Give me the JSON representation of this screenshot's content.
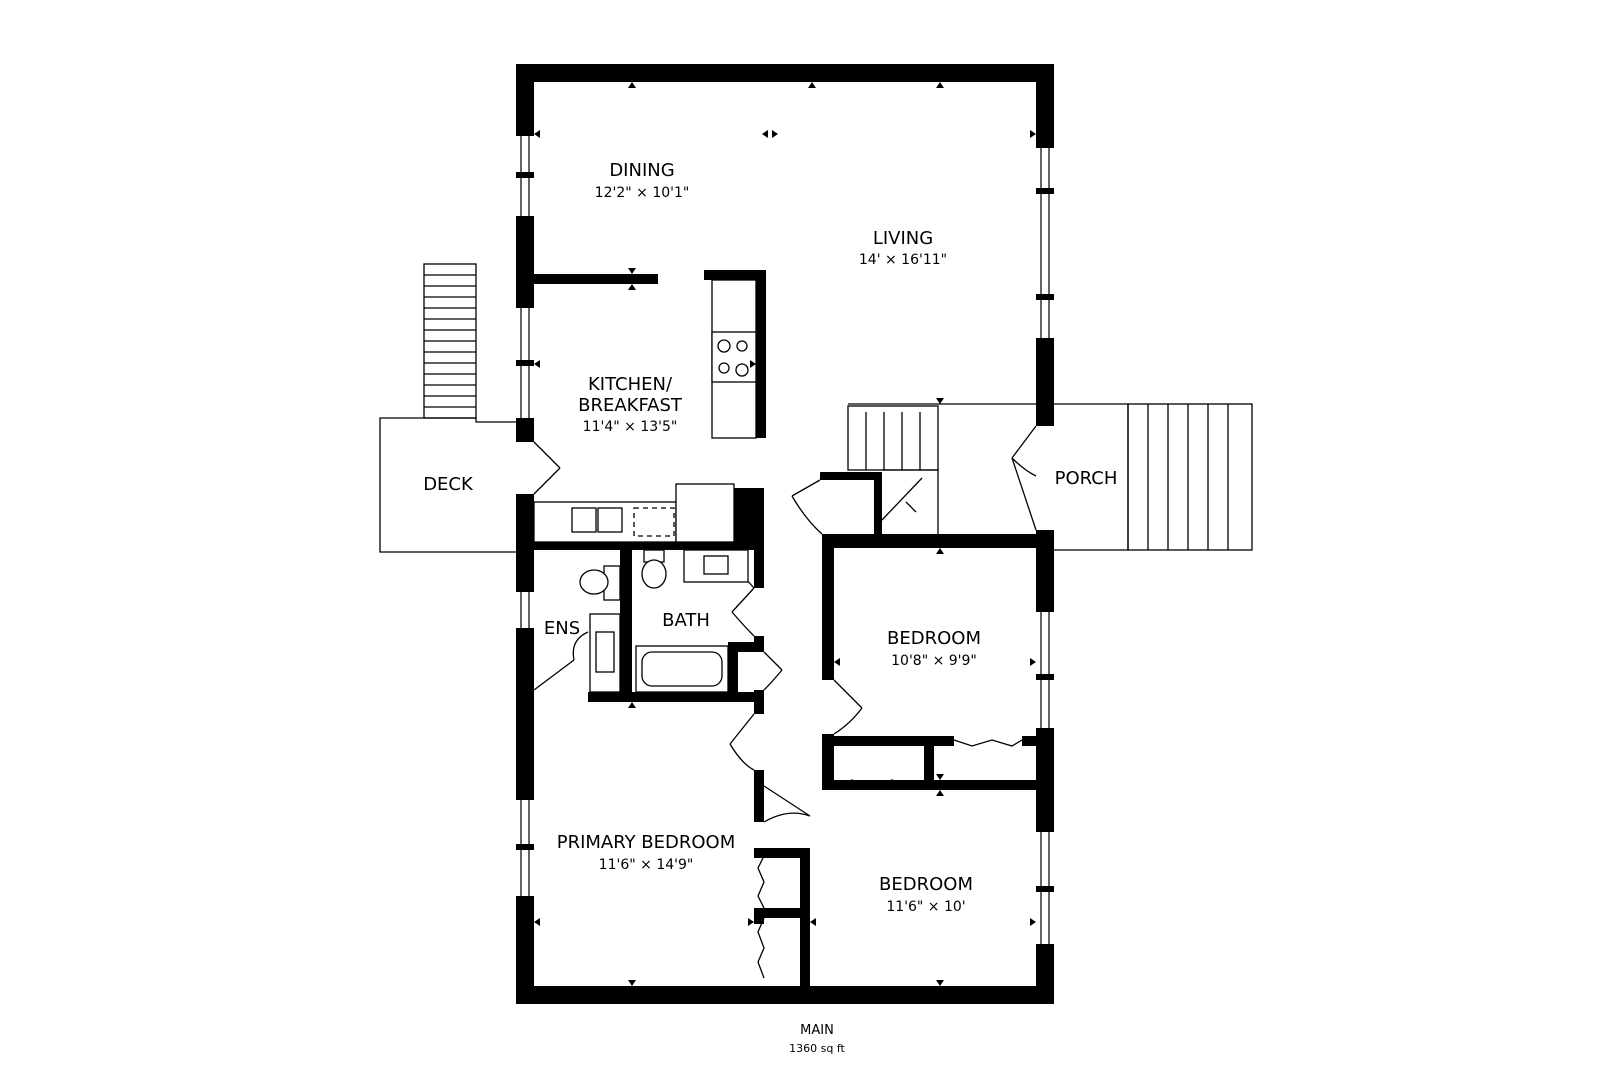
{
  "rooms": [
    {
      "id": "dining",
      "name": "DINING",
      "dims": "12'2\" × 10'1\""
    },
    {
      "id": "living",
      "name": "LIVING",
      "dims": "14' × 16'11\""
    },
    {
      "id": "kitchen",
      "name_line1": "KITCHEN/",
      "name_line2": "BREAKFAST",
      "dims": "11'4\" × 13'5\""
    },
    {
      "id": "deck",
      "name": "DECK"
    },
    {
      "id": "porch",
      "name": "PORCH"
    },
    {
      "id": "bath",
      "name": "BATH"
    },
    {
      "id": "ens",
      "name": "ENS"
    },
    {
      "id": "bedroom-1",
      "name": "BEDROOM",
      "dims": "10'8\" × 9'9\""
    },
    {
      "id": "primary-bedroom",
      "name": "PRIMARY BEDROOM",
      "dims": "11'6\" × 14'9\""
    },
    {
      "id": "bedroom-2",
      "name": "BEDROOM",
      "dims": "11'6\" × 10'"
    }
  ],
  "floor": {
    "name": "MAIN",
    "area": "1360 sq ft"
  },
  "colors": {
    "wall": "#000000",
    "background": "#ffffff"
  }
}
